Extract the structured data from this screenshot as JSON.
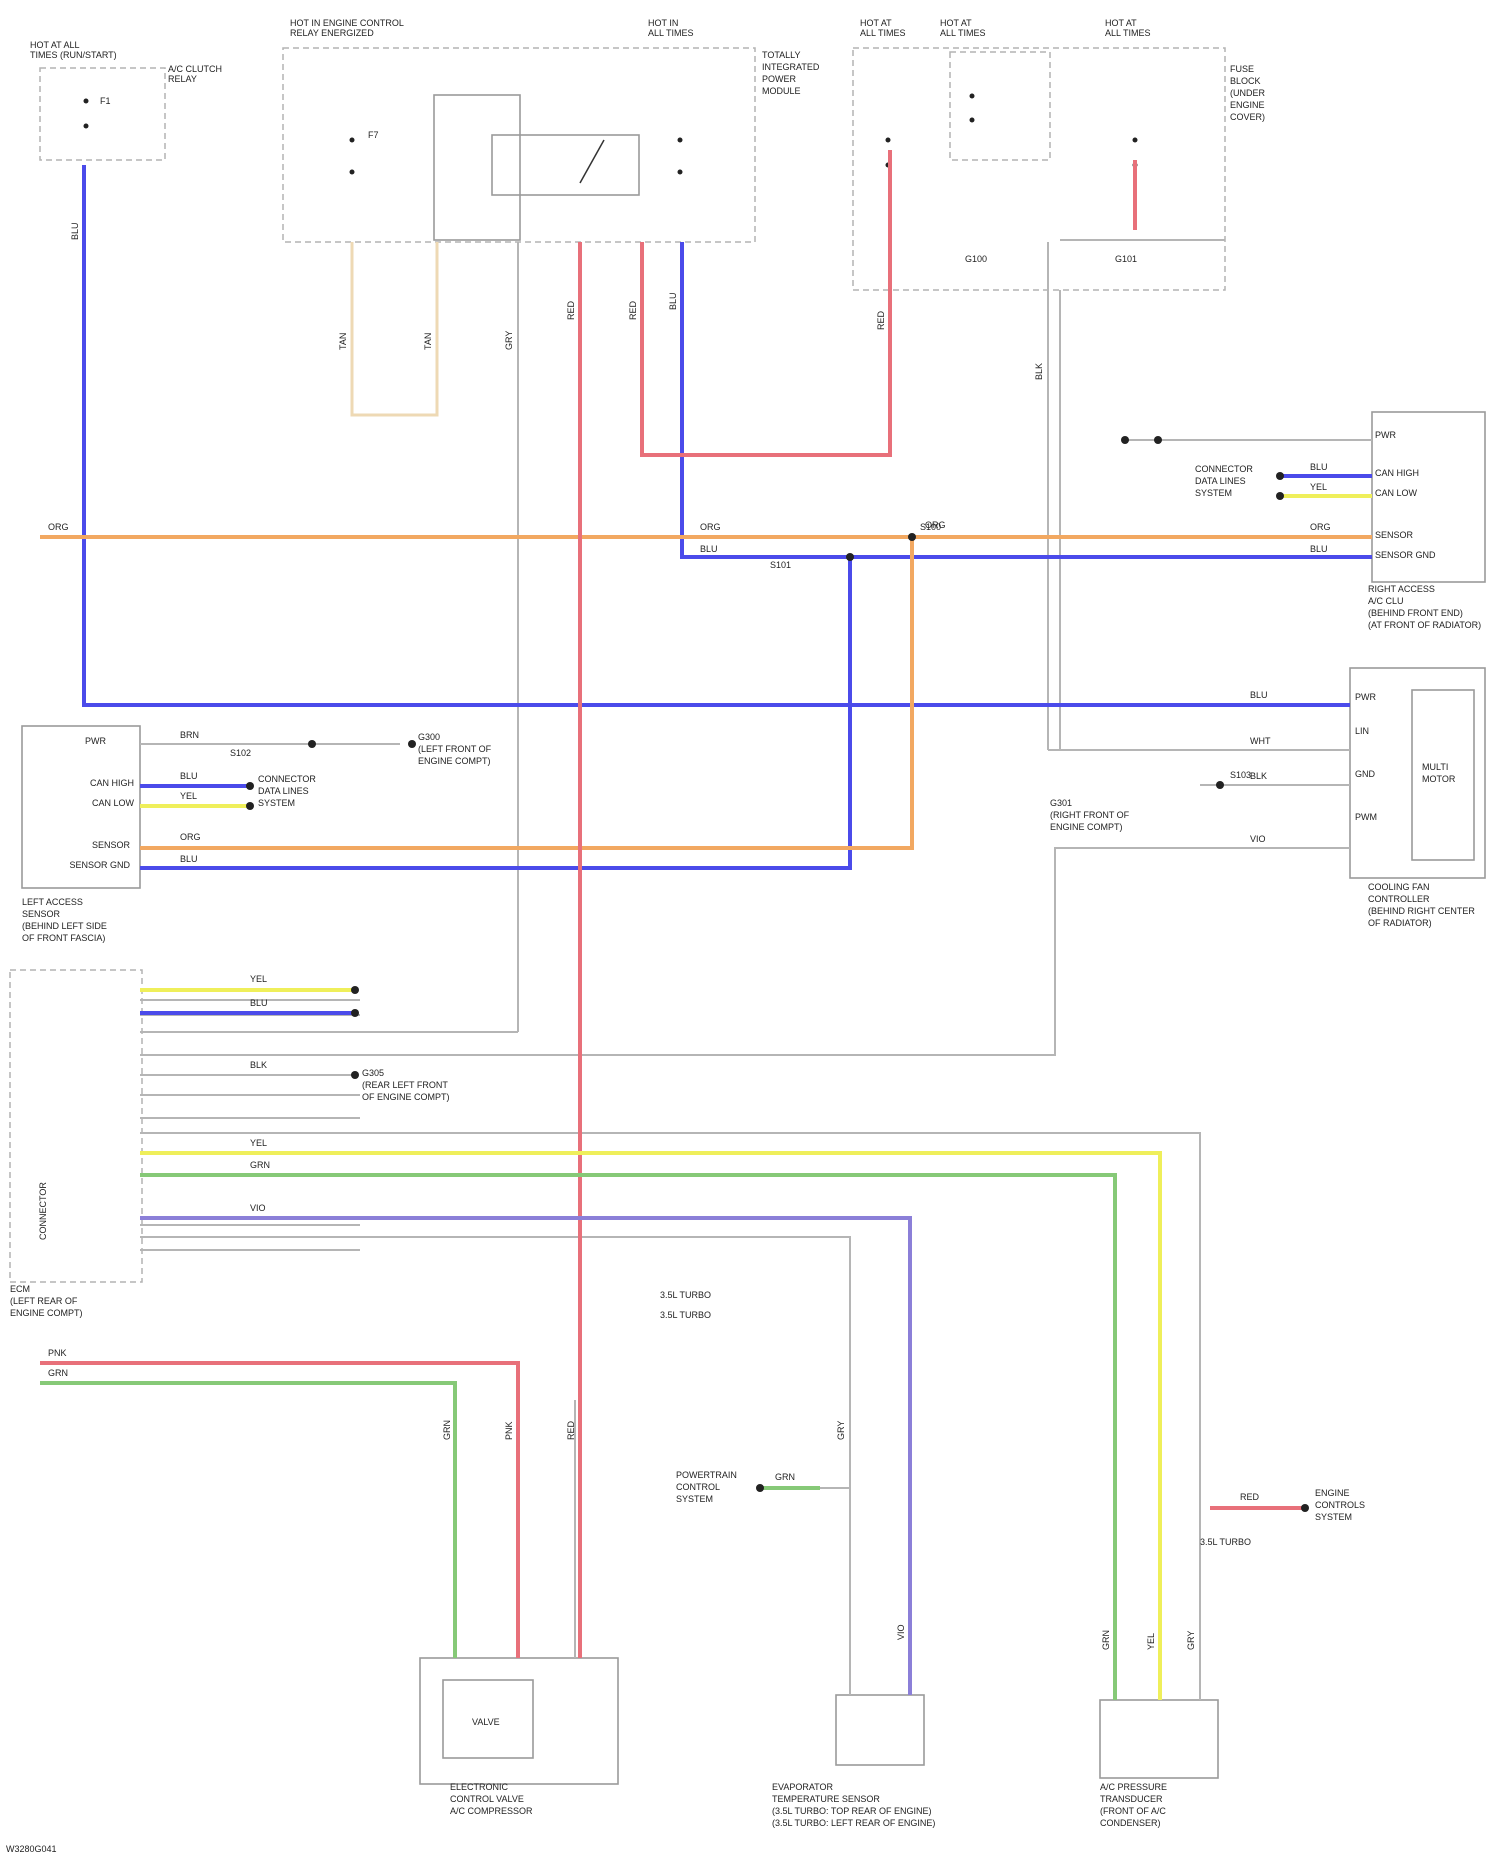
{
  "modules": {
    "sw_left": {
      "title": [
        "HOT AT ALL",
        "TIMES (RUN/START)"
      ],
      "desc": [
        "A/C CLUTCH",
        "RELAY"
      ],
      "fuse": "F1"
    },
    "pdc_top": {
      "title": [
        "HOT IN ENGINE CONTROL",
        "RELAY ENERGIZED"
      ],
      "fuse": "F7"
    },
    "hot_run": {
      "title": [
        "HOT IN",
        "ALL TIMES"
      ]
    },
    "totaly_integrated": {
      "desc": [
        "TOTALLY",
        "INTEGRATED",
        "POWER",
        "MODULE"
      ]
    },
    "hot_b1": {
      "title": [
        "HOT AT",
        "ALL TIMES"
      ]
    },
    "hot_b2": {
      "title": [
        "HOT AT",
        "ALL TIMES"
      ]
    },
    "hot_b3": {
      "title": [
        "HOT AT",
        "ALL TIMES"
      ]
    },
    "fuse_block_right": {
      "desc": [
        "FUSE",
        "BLOCK",
        "(UNDER",
        "ENGINE",
        "COVER)"
      ],
      "grounds": [
        "G100",
        "G101"
      ]
    },
    "right_sensor": {
      "caption": [
        "RIGHT ACCESS",
        "A/C CLU",
        "(BEHIND FRONT END)",
        "(AT FRONT OF RADIATOR)"
      ],
      "pins": [
        "PWR",
        "CAN HIGH",
        "CAN LOW",
        "SENSOR",
        "SENSOR GND"
      ]
    },
    "cooling_module": {
      "caption": [
        "COOLING FAN",
        "CONTROLLER",
        "(BEHIND RIGHT CENTER",
        "OF RADIATOR)"
      ],
      "inner": [
        "MULTI",
        "MOTOR"
      ],
      "pins": [
        "PWR",
        "LIN",
        "GND",
        "PWM"
      ]
    },
    "left_sensor": {
      "caption": [
        "LEFT ACCESS",
        "SENSOR",
        "(BEHIND LEFT SIDE",
        "OF FRONT FASCIA)"
      ],
      "pins": [
        "PWR",
        "CAN HIGH",
        "CAN LOW",
        "SENSOR",
        "SENSOR GND"
      ]
    },
    "ecm": {
      "caption": [
        "ECM",
        "(LEFT REAR OF",
        "ENGINE COMPT)"
      ],
      "side_label": "CONNECTOR"
    },
    "compressor": {
      "caption": [
        "ELECTRONIC",
        "CONTROL VALVE",
        "A/C COMPRESSOR"
      ],
      "inner": "VALVE"
    },
    "evap_sensor": {
      "caption": [
        "EVAPORATOR",
        "TEMPERATURE SENSOR",
        "(3.5L TURBO: TOP REAR OF ENGINE)",
        "(3.5L TURBO: LEFT REAR OF ENGINE)"
      ]
    },
    "pressure_sensor": {
      "caption": [
        "A/C PRESSURE",
        "TRANSDUCER",
        "(FRONT OF A/C",
        "CONDENSER)"
      ]
    }
  },
  "splices": {
    "s1": {
      "label": "S101"
    },
    "s2": {
      "label": "S100"
    },
    "s3": {
      "label": "S102"
    },
    "s4": {
      "label": "S103"
    }
  },
  "connections": {
    "can_high": [
      "CONNECTOR",
      "DATA LINES",
      "SYSTEM"
    ],
    "can_low": [
      "CONNECTOR",
      "DATA LINES",
      "SYSTEM"
    ],
    "ground_right": [
      "G301",
      "(RIGHT FRONT OF",
      "ENGINE COMPT)"
    ],
    "ground_left": [
      "G300",
      "(LEFT FRONT OF",
      "ENGINE COMPT)"
    ],
    "ground_ecm": [
      "G305",
      "(REAR LEFT FRONT",
      "OF ENGINE COMPT)"
    ],
    "powertrain_left": [
      "POWERTRAIN",
      "CONTROL",
      "SYSTEM"
    ],
    "powertrain_right": [
      "ENGINE",
      "CONTROLS",
      "SYSTEM"
    ],
    "note_a": "3.5L TURBO",
    "note_b": "3.5L TURBO",
    "ground_g": "3.5L TURBO"
  },
  "wires": {
    "blu": "BLU",
    "org": "ORG",
    "red": "RED",
    "yel": "YEL",
    "grn": "GRN",
    "vio": "VIO",
    "wht": "WHT",
    "brn": "BRN",
    "gry": "GRY",
    "blk": "BLK",
    "pnk": "PNK",
    "tan": "TAN"
  },
  "colors": {
    "blue": "#4b4bea",
    "orange": "#f2a861",
    "red": "#e8707a",
    "yellow": "#efef5a",
    "green": "#86c977",
    "violet": "#8b7fd8",
    "tan": "#eed9b4",
    "gray": "#b5b5b5"
  },
  "footer": "W3280G041"
}
